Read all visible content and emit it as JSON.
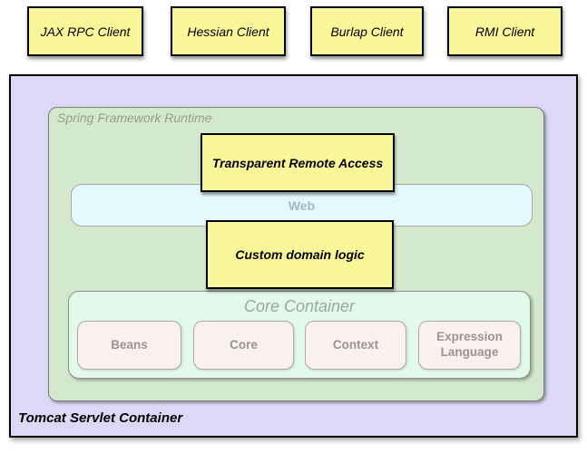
{
  "clients": [
    {
      "label": "JAX RPC Client"
    },
    {
      "label": "Hessian Client"
    },
    {
      "label": "Burlap Client"
    },
    {
      "label": "RMI Client"
    }
  ],
  "tomcat": {
    "label": "Tomcat Servlet Container"
  },
  "runtime": {
    "label": "Spring Framework Runtime"
  },
  "remote_access": {
    "label": "Transparent Remote Access"
  },
  "web": {
    "label": "Web"
  },
  "domain_logic": {
    "label": "Custom domain logic"
  },
  "core_container": {
    "label": "Core Container",
    "modules": [
      {
        "label": "Beans"
      },
      {
        "label": "Core"
      },
      {
        "label": "Context"
      },
      {
        "label": "Expression Language"
      }
    ]
  },
  "colors": {
    "client_box_fill": "#FAF79B",
    "tomcat_fill": "#DCD8F5",
    "runtime_fill": "#D3E8CD",
    "web_fill": "#E4F9FC",
    "core_container_fill": "#E4FAE9",
    "module_fill": "#FBF1EB",
    "muted_text": "#9A9494",
    "runtime_label_text": "#91A091",
    "border_black": "#000000"
  }
}
